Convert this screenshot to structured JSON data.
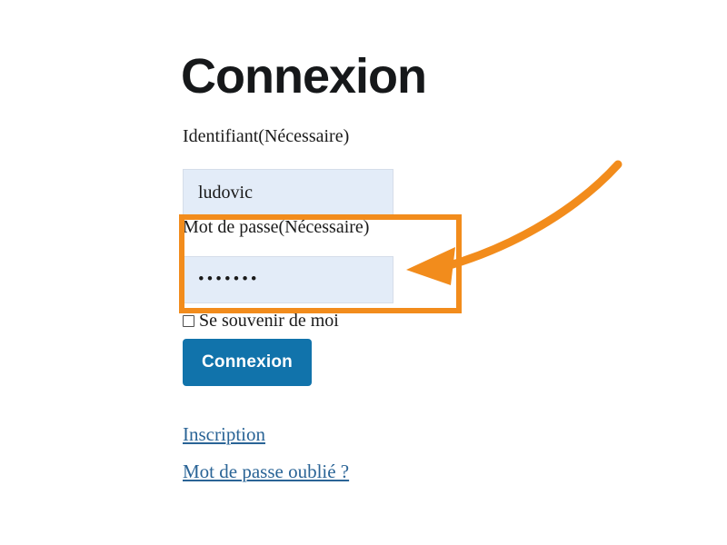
{
  "page": {
    "title": "Connexion",
    "background_color": "#ffffff"
  },
  "form": {
    "username": {
      "label": "Identifiant(Nécessaire)",
      "value": "ludovic",
      "placeholder": ""
    },
    "password": {
      "label": "Mot de passe(Nécessaire)",
      "value": "•••••••",
      "masked_char_count": 7,
      "placeholder": ""
    },
    "remember": {
      "label": "Se souvenir de moi",
      "checked": false
    },
    "submit": {
      "label": "Connexion",
      "color": "#1173ab",
      "text_color": "#ffffff"
    },
    "input_background": "#e3ecf8"
  },
  "links": {
    "register": "Inscription",
    "forgot_password": "Mot de passe oublié ?",
    "color": "#2a6496"
  },
  "annotation": {
    "color": "#f28c1c",
    "box_label": "password-field-highlight",
    "arrow_label": "pointer-arrow"
  }
}
